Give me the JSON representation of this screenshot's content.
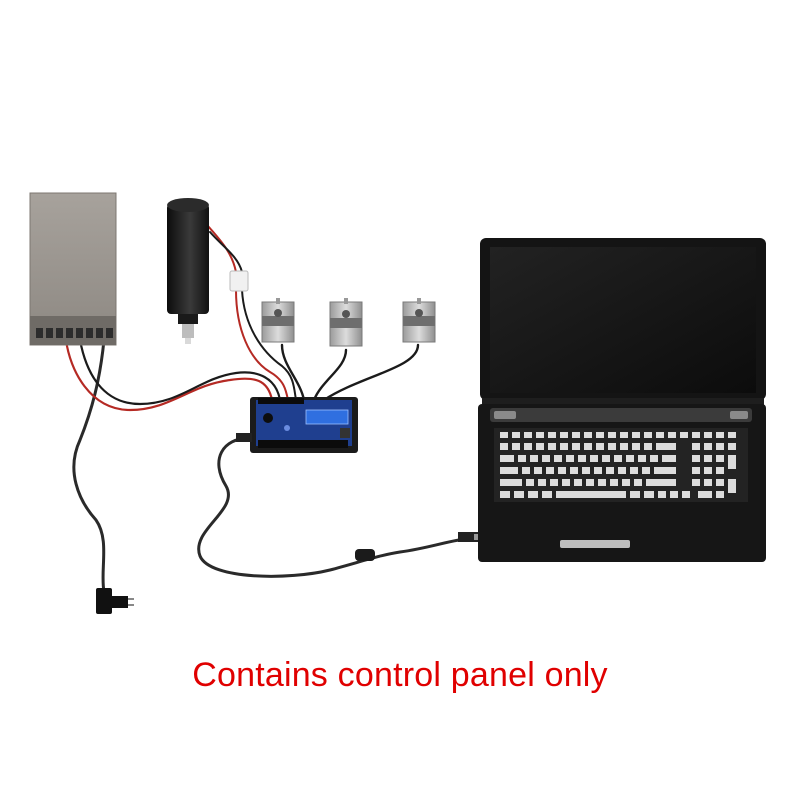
{
  "caption": {
    "text": "Contains control panel only",
    "color": "#e00000"
  },
  "scene": {
    "components": [
      "power-supply",
      "spindle-motor",
      "stepper-motor",
      "stepper-motor",
      "stepper-motor",
      "control-board",
      "laptop",
      "usb-cable",
      "power-plug"
    ]
  },
  "colors": {
    "wire_red": "#b52a24",
    "wire_black": "#1b1b1b",
    "board_blue": "#1f3f8f",
    "lcd_blue": "#2f6fe0",
    "laptop_body": "#141414",
    "psu_gray": "#9a9690"
  }
}
